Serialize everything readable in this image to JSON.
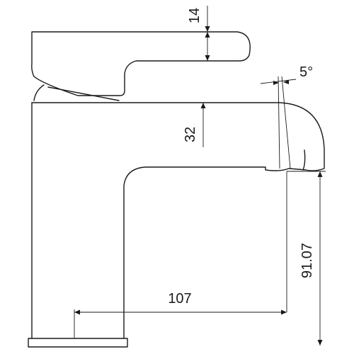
{
  "drawing": {
    "dimensions": {
      "lever_thickness": "14",
      "body_offset": "32",
      "angle": "5°",
      "spout_height": "91.07",
      "spout_reach": "107"
    }
  }
}
